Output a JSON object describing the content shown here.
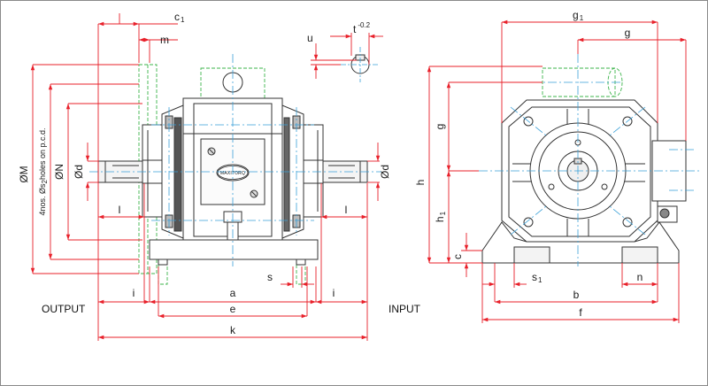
{
  "colors": {
    "dimension": "#e8202a",
    "centerline": "#3aa0d8",
    "phantom": "#3cb44b",
    "outline": "#333333",
    "frame": "#8a8a8a"
  },
  "views": {
    "side": {
      "caption_output": "OUTPUT",
      "caption_input": "INPUT",
      "brand": "MAXITORQ",
      "dims": {
        "c1": "c",
        "c1_sub": "1",
        "m": "m",
        "u": "u",
        "t": "t",
        "t_sup": "-0.2",
        "phiM": "ØM",
        "holes": "4nos. Øs",
        "holes_sub": "2",
        "holes_rest": "holes on p.c.d.",
        "phiN": "ØN",
        "phid_left": "Ød",
        "phid_right": "Ød",
        "l_left": "l",
        "l_right": "l",
        "s": "s",
        "i_left": "i",
        "i_right": "i",
        "a": "a",
        "e": "e",
        "k": "k"
      }
    },
    "end": {
      "dims": {
        "g1": "g",
        "g1_sub": "1",
        "g_top": "g",
        "g_left": "g",
        "h": "h",
        "h1": "h",
        "h1_sub": "1",
        "c": "c",
        "s1": "s",
        "s1_sub": "1",
        "b": "b",
        "n": "n",
        "f": "f"
      }
    }
  }
}
